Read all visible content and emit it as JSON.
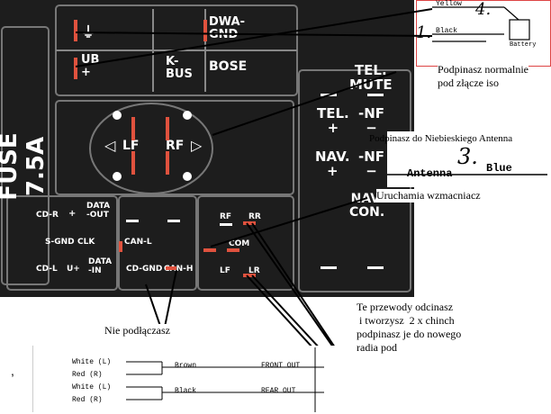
{
  "connector": {
    "fuse": "FUSE 7.5A",
    "labels": {
      "dwa_gnd": "DWA-\nGND",
      "ub": "UB\n+",
      "kbus": "K-\nBUS",
      "bose": "BOSE",
      "tel_mute": "TEL.\nMUTE",
      "tel_plus": "TEL.\n+",
      "nf1": "-NF\n−",
      "nav_plus": "NAV.\n+",
      "nf2": "-NF\n−",
      "nav_con": "NAV.\nCON.",
      "lf": "LF",
      "rf": "RF",
      "cd_r": "CD-R",
      "cd_plus": "+",
      "data_out": "DATA\n-OUT",
      "s_gnd": "S-GND",
      "clk": "CLK",
      "cd_l": "CD-L",
      "u_plus": "U+",
      "data_in": "DATA\n-IN",
      "can_l": "CAN-L",
      "cd_gnd": "CD-GND",
      "can_h": "CAN-H",
      "rf2": "RF",
      "rr": "RR",
      "com": "COM",
      "lf2": "LF",
      "lr": "LR"
    }
  },
  "battery_inset": {
    "yellow": "Yellow",
    "black": "Black",
    "battery": "Battery",
    "num1": "1.",
    "num4": "4."
  },
  "annotations": {
    "iso": "Podpinasz normalnie\npod złącze iso",
    "antenna": "Podpinasz do Niebieskiego Antenna",
    "antenna_word": "Antenna",
    "blue_word": "Blue",
    "num3": "3.",
    "amp": "Uruchamia wzmacniacz",
    "nie": "Nie podłączasz",
    "cinch": "Te przewody odcinasz\n i tworzysz  2 x chinch\npodpinasz je do nowego\nradia pod"
  },
  "rca_inset": {
    "rows": [
      {
        "left": "White (L)",
        "color": "Brown",
        "out": "FRONT OUT"
      },
      {
        "left": "Red (R)",
        "color": "",
        "out": ""
      },
      {
        "left": "White (L)",
        "color": "Black",
        "out": "REAR OUT"
      },
      {
        "left": "Red (R)",
        "color": "",
        "out": ""
      }
    ]
  }
}
